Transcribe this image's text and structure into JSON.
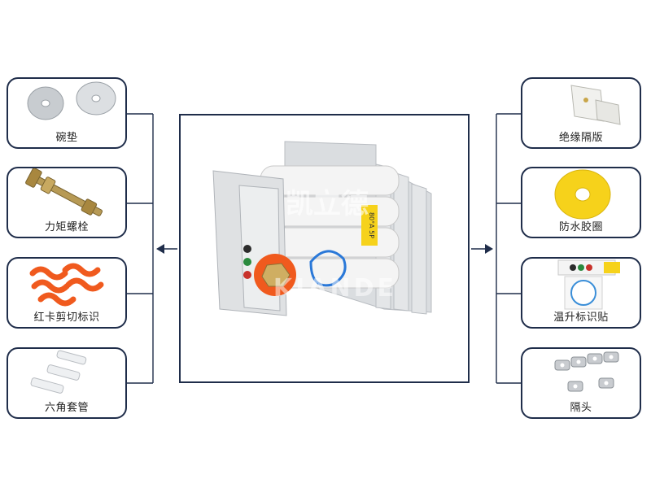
{
  "left_items": [
    {
      "label": "碗垫",
      "icon": "washer-icon"
    },
    {
      "label": "力矩螺栓",
      "icon": "torque-bolt-icon"
    },
    {
      "label": "红卡剪切标识",
      "icon": "red-clip-icon"
    },
    {
      "label": "六角套管",
      "icon": "hex-sleeve-icon"
    }
  ],
  "right_items": [
    {
      "label": "绝缘隔版",
      "icon": "insulation-plate-icon"
    },
    {
      "label": "防水胶圈",
      "icon": "waterproof-ring-icon"
    },
    {
      "label": "温升标识贴",
      "icon": "temperature-label-icon"
    },
    {
      "label": "隔头",
      "icon": "spacer-icon"
    }
  ],
  "center": {
    "icon": "busway-joint-icon",
    "watermark_brand": "凯立德",
    "watermark_text": "KIANDE",
    "sticker_text": "80°A 5P"
  },
  "colors": {
    "frame": "#1f2d4a",
    "orange": "#f05a1e",
    "yellow": "#f6d21b",
    "aluminum": "#d6d9dd"
  }
}
